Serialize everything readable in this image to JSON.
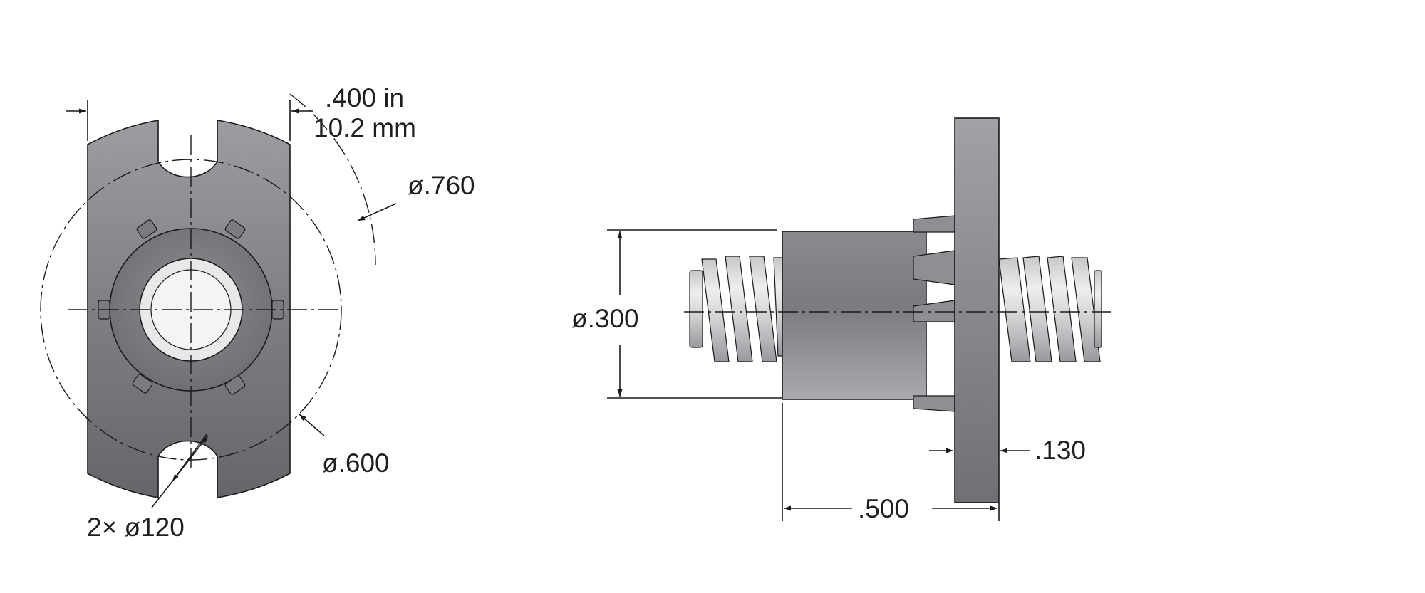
{
  "front_view": {
    "slot_width_in": ".400 in",
    "slot_width_mm": "10.2 mm",
    "bolt_circle_dia": "ø.760",
    "flange_dia": "ø.600",
    "holes": "2× ø120"
  },
  "side_view": {
    "body_dia": ".ø300",
    "body_dia_display": "ø.300",
    "flange_thickness": ".130",
    "overall_length": ".500"
  },
  "colors": {
    "part_dark": "#6e6f73",
    "part_mid": "#9a9b9f",
    "part_light": "#d9dadc",
    "bore": "#ececec",
    "line": "#1a1a1a"
  }
}
